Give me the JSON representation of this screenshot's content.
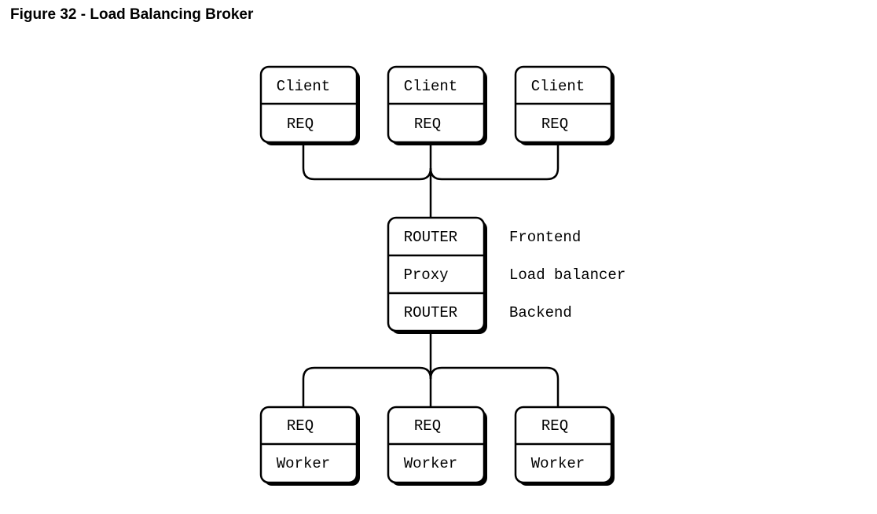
{
  "title": "Figure 32 - Load Balancing Broker",
  "clients": [
    {
      "name": "Client",
      "socket": "REQ"
    },
    {
      "name": "Client",
      "socket": "REQ"
    },
    {
      "name": "Client",
      "socket": "REQ"
    }
  ],
  "broker": {
    "rows": [
      "ROUTER",
      "Proxy",
      "ROUTER"
    ],
    "labels": [
      "Frontend",
      "Load balancer",
      "Backend"
    ]
  },
  "workers": [
    {
      "socket": "REQ",
      "name": "Worker"
    },
    {
      "socket": "REQ",
      "name": "Worker"
    },
    {
      "socket": "REQ",
      "name": "Worker"
    }
  ]
}
